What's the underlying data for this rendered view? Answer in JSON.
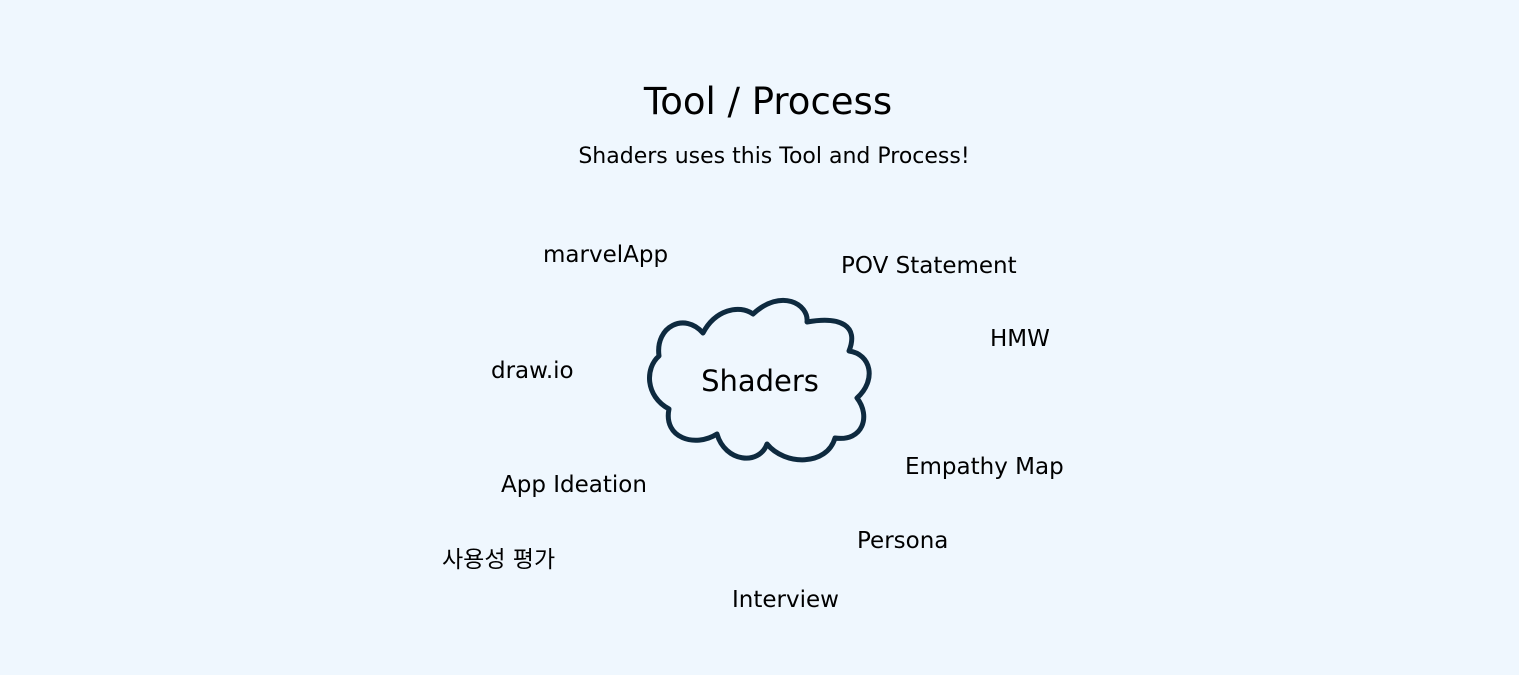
{
  "header": {
    "title": "Tool / Process",
    "subtitle": "Shaders uses this Tool and Process!"
  },
  "diagram": {
    "center_label": "Shaders",
    "cloud_stroke_color": "#0e2a3f",
    "items": [
      "marvelApp",
      "POV Statement",
      "HMW",
      "draw.io",
      "Empathy Map",
      "App Ideation",
      "Persona",
      "사용성 평가",
      "Interview"
    ]
  },
  "colors": {
    "background": "#eff7fe",
    "text": "#000000"
  }
}
